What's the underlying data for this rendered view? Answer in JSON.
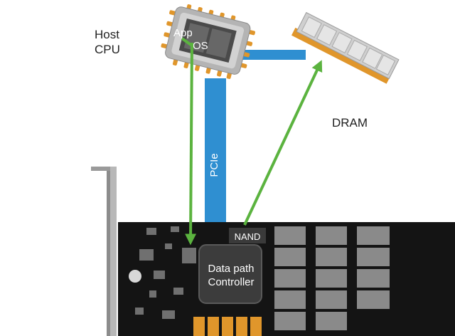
{
  "labels": {
    "host_cpu_line1": "Host",
    "host_cpu_line2": "CPU",
    "app": "App",
    "os": "OS",
    "dram": "DRAM",
    "pcie": "PCIe",
    "nand": "NAND",
    "controller_line1": "Data path",
    "controller_line2": "Controller"
  },
  "colors": {
    "pcie_bus": "#2f8fd1",
    "data_path_arrow": "#5bb33f",
    "card_pcb": "#141414",
    "controller": "#3c3c3c",
    "nand_chip": "#8a8a8a",
    "gold_contacts": "#e0962b",
    "cpu_body": "#b4b4b4"
  }
}
